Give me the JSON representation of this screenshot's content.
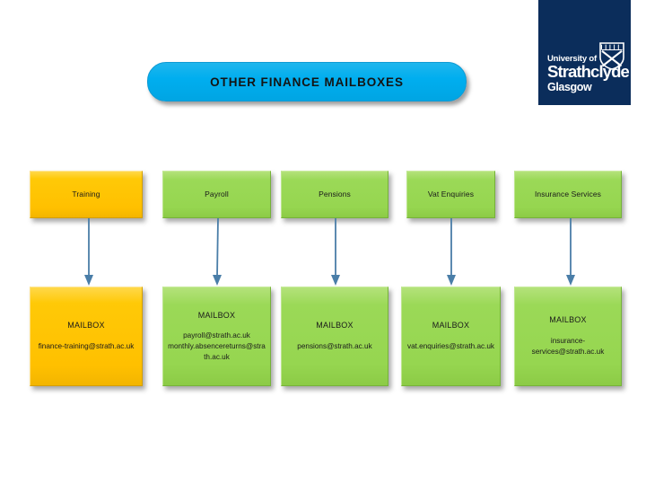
{
  "slide": {
    "background_color": "#FFFFFF",
    "banner": {
      "title": "OTHER FINANCE MAILBOXES",
      "color": "#00AEEF",
      "text_color": "#141414"
    },
    "logo": {
      "line1": "University of",
      "line2": "Strathclyde",
      "line3": "Glasgow",
      "background_color": "#0B2D5B",
      "text_color": "#FFFFFF",
      "crest_name": "strathclyde-crest"
    },
    "colors": {
      "green": "#9BD957",
      "orange": "#FFC907",
      "arrow": "#4A7EA8",
      "navy": "#0B2D5B"
    },
    "columns": [
      {
        "id": "training",
        "category": "Training",
        "category_color": "#FFC907",
        "mailbox_title": "MAILBOX",
        "mailbox_color": "#FFC907",
        "addresses": [
          "finance-training@strath.ac.uk"
        ]
      },
      {
        "id": "payroll",
        "category": "Payroll",
        "category_color": "#9BD957",
        "mailbox_title": "MAILBOX",
        "mailbox_color": "#9BD957",
        "addresses": [
          "payroll@strath.ac.uk",
          "monthly.absencereturns@strath.ac.uk"
        ]
      },
      {
        "id": "pensions",
        "category": "Pensions",
        "category_color": "#9BD957",
        "mailbox_title": "MAILBOX",
        "mailbox_color": "#9BD957",
        "addresses": [
          "pensions@strath.ac.uk"
        ]
      },
      {
        "id": "vat-enquiries",
        "category": "Vat Enquiries",
        "category_color": "#9BD957",
        "mailbox_title": "MAILBOX",
        "mailbox_color": "#9BD957",
        "addresses": [
          "vat.enquiries@strath.ac.uk"
        ]
      },
      {
        "id": "insurance-services",
        "category": "Insurance Services",
        "category_color": "#9BD957",
        "mailbox_title": "MAILBOX",
        "mailbox_color": "#9BD957",
        "addresses": [
          "insurance-",
          "services@strath.ac.uk"
        ]
      }
    ]
  }
}
